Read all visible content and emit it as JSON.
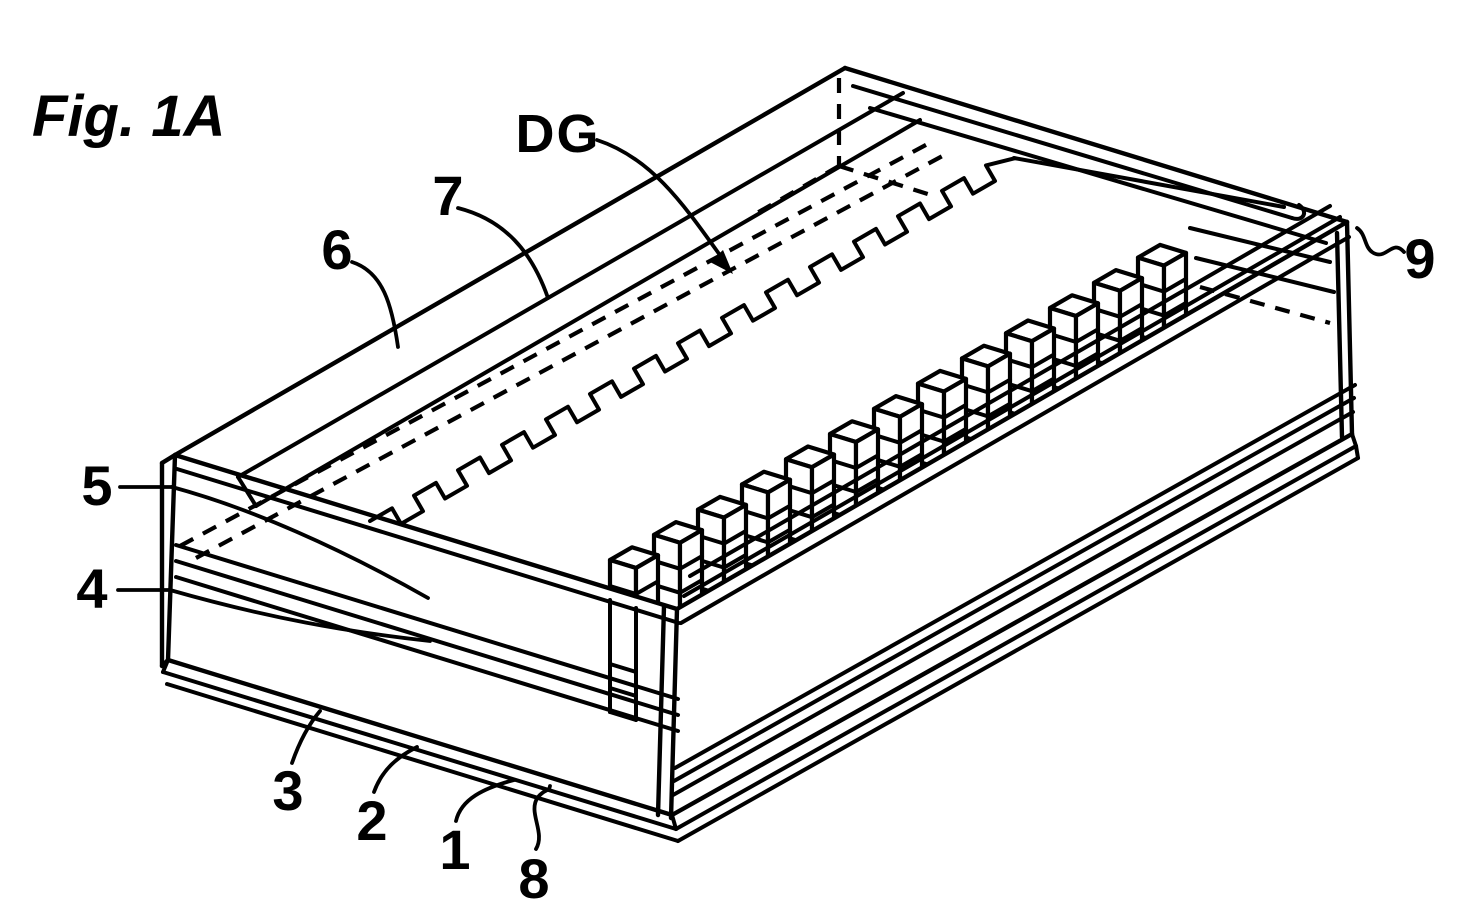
{
  "figure": {
    "caption": "Fig. 1A",
    "grating_label": "DG",
    "reference_numerals": {
      "n1": "1",
      "n2": "2",
      "n3": "3",
      "n4": "4",
      "n5": "5",
      "n6": "6",
      "n7": "7",
      "n8": "8",
      "n9": "9"
    },
    "colors": {
      "line": "#000000",
      "background": "#ffffff"
    }
  }
}
